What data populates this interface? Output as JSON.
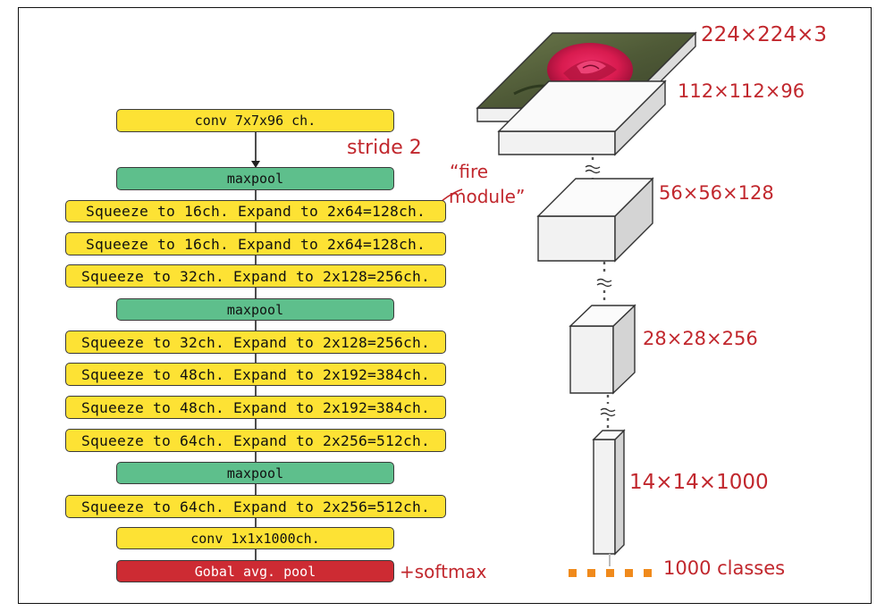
{
  "layers": {
    "conv1": "conv 7x7x96 ch.",
    "maxpool1": "maxpool",
    "fire2": "Squeeze to 16ch. Expand to 2x64=128ch.",
    "fire3": "Squeeze to 16ch. Expand to 2x64=128ch.",
    "fire4": "Squeeze to 32ch. Expand to 2x128=256ch.",
    "maxpool2": "maxpool",
    "fire5": "Squeeze to 32ch. Expand to 2x128=256ch.",
    "fire6": "Squeeze to 48ch. Expand to 2x192=384ch.",
    "fire7": "Squeeze to 48ch. Expand to 2x192=384ch.",
    "fire8": "Squeeze to 64ch. Expand to 2x256=512ch.",
    "maxpool3": "maxpool",
    "fire9": "Squeeze to 64ch. Expand to 2x256=512ch.",
    "conv10": "conv 1x1x1000ch.",
    "avgpool": "Gobal avg. pool"
  },
  "annotations": {
    "stride": "stride 2",
    "fire_open": "“fire",
    "fire_close": "module”",
    "softmax": "+softmax"
  },
  "dims": {
    "input": "224×224×3",
    "d1": "112×112×96",
    "d2": "56×56×128",
    "d3": "28×28×256",
    "d4": "14×14×1000",
    "classes": "1000 classes"
  },
  "colors": {
    "conv": "#fde234",
    "pool": "#5ebf8c",
    "avgpool": "#cd2b33",
    "annotation": "#c1272d",
    "classes_dots": "#f08a1c"
  },
  "icons": [
    "approx-icon"
  ]
}
